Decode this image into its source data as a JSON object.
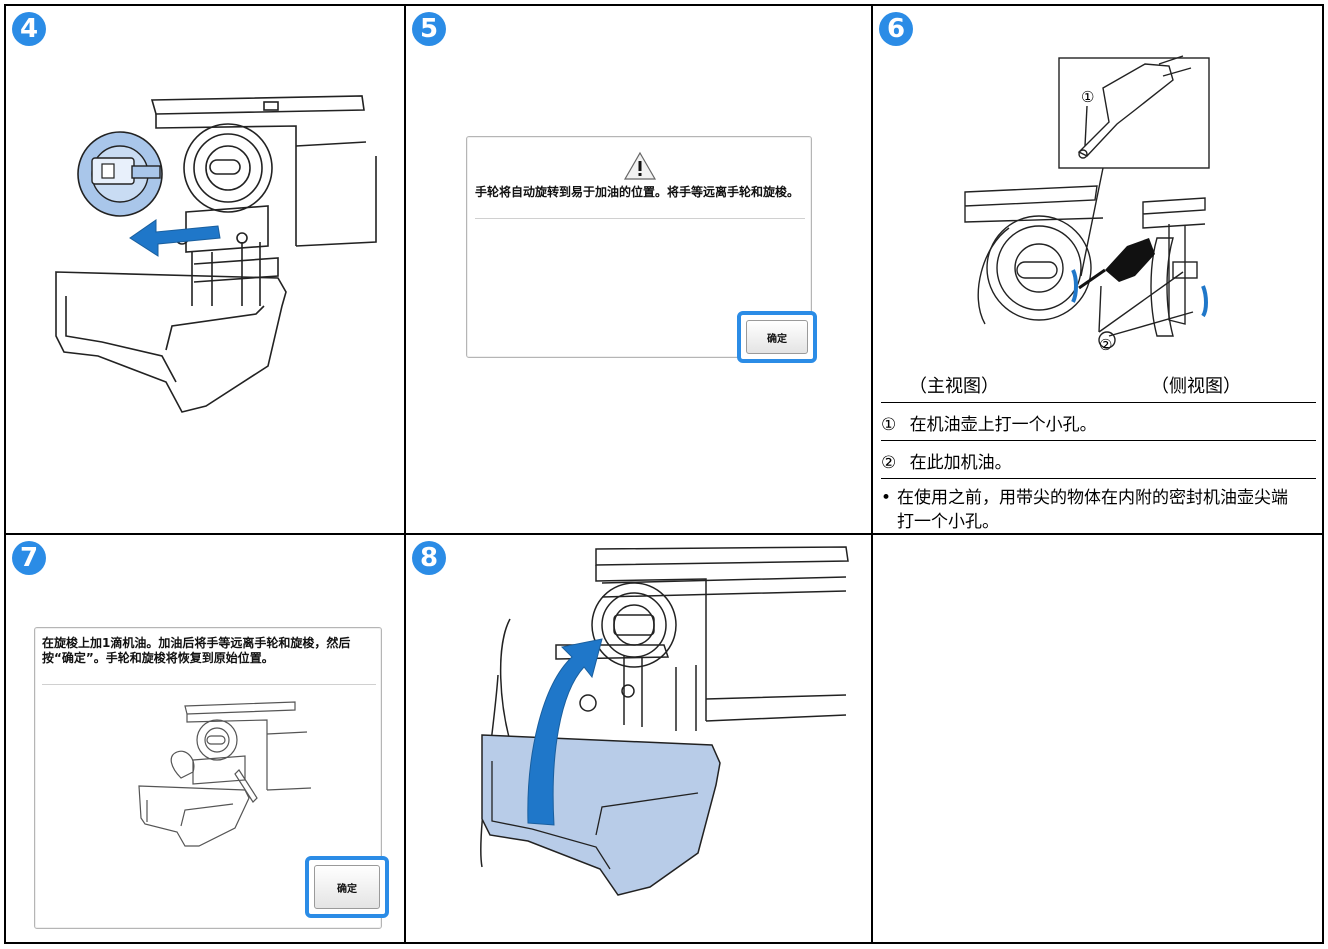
{
  "steps": [
    {
      "number": "4"
    },
    {
      "number": "5",
      "dialog": {
        "warning_icon": "warning-triangle-icon",
        "message": "手轮将自动旋转到易于加油的位置。将手等远离手轮和旋梭。",
        "ok_label": "确定"
      }
    },
    {
      "number": "6",
      "callout_1": "①",
      "callout_2": "②",
      "view_front": "（主视图）",
      "view_side": "（侧视图）",
      "notes": [
        {
          "marker": "①",
          "text": "在机油壶上打一个小孔。"
        },
        {
          "marker": "②",
          "text": "在此加机油。"
        }
      ],
      "bullet_marker": "•",
      "bullet_text": "在使用之前，用带尖的物体在内附的密封机油壶尖端打一个小孔。"
    },
    {
      "number": "7",
      "dialog": {
        "message": "在旋梭上加1滴机油。加油后将手等远离手轮和旋梭，然后按“确定”。手轮和旋梭将恢复到原始位置。",
        "ok_label": "确定"
      }
    },
    {
      "number": "8"
    }
  ],
  "colors": {
    "accent": "#2b8ce6",
    "arrow": "#1f77c9",
    "oil_highlight": "#1f77c9",
    "bobbin_case": "#a9c6ea",
    "tray_fill": "#b8cce8"
  }
}
